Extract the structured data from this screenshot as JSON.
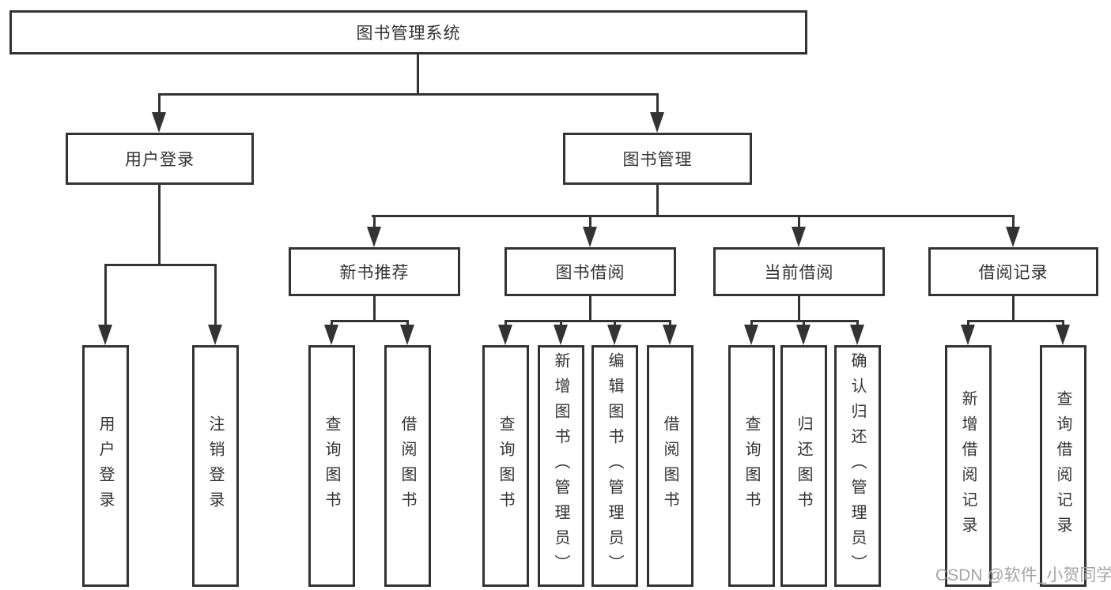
{
  "tree": {
    "label": "图书管理系统",
    "children": [
      {
        "label": "用户登录",
        "children": [
          {
            "label": "用户登录"
          },
          {
            "label": "注销登录"
          }
        ]
      },
      {
        "label": "图书管理",
        "children": [
          {
            "label": "新书推荐",
            "children": [
              {
                "label": "查询图书"
              },
              {
                "label": "借阅图书"
              }
            ]
          },
          {
            "label": "图书借阅",
            "children": [
              {
                "label": "查询图书"
              },
              {
                "label": "新增图书（管理员）"
              },
              {
                "label": "编辑图书（管理员）"
              },
              {
                "label": "借阅图书"
              }
            ]
          },
          {
            "label": "当前借阅",
            "children": [
              {
                "label": "查询图书"
              },
              {
                "label": "归还图书"
              },
              {
                "label": "确认归还（管理员）"
              }
            ]
          },
          {
            "label": "借阅记录",
            "children": [
              {
                "label": "新增借阅记录"
              },
              {
                "label": "查询借阅记录"
              }
            ]
          }
        ]
      }
    ]
  },
  "watermark": "CSDN @软件_小贺同学",
  "colors": {
    "line": "#333333",
    "text": "#333333",
    "watermark": "#a5a5a5",
    "background": "#ffffff"
  }
}
